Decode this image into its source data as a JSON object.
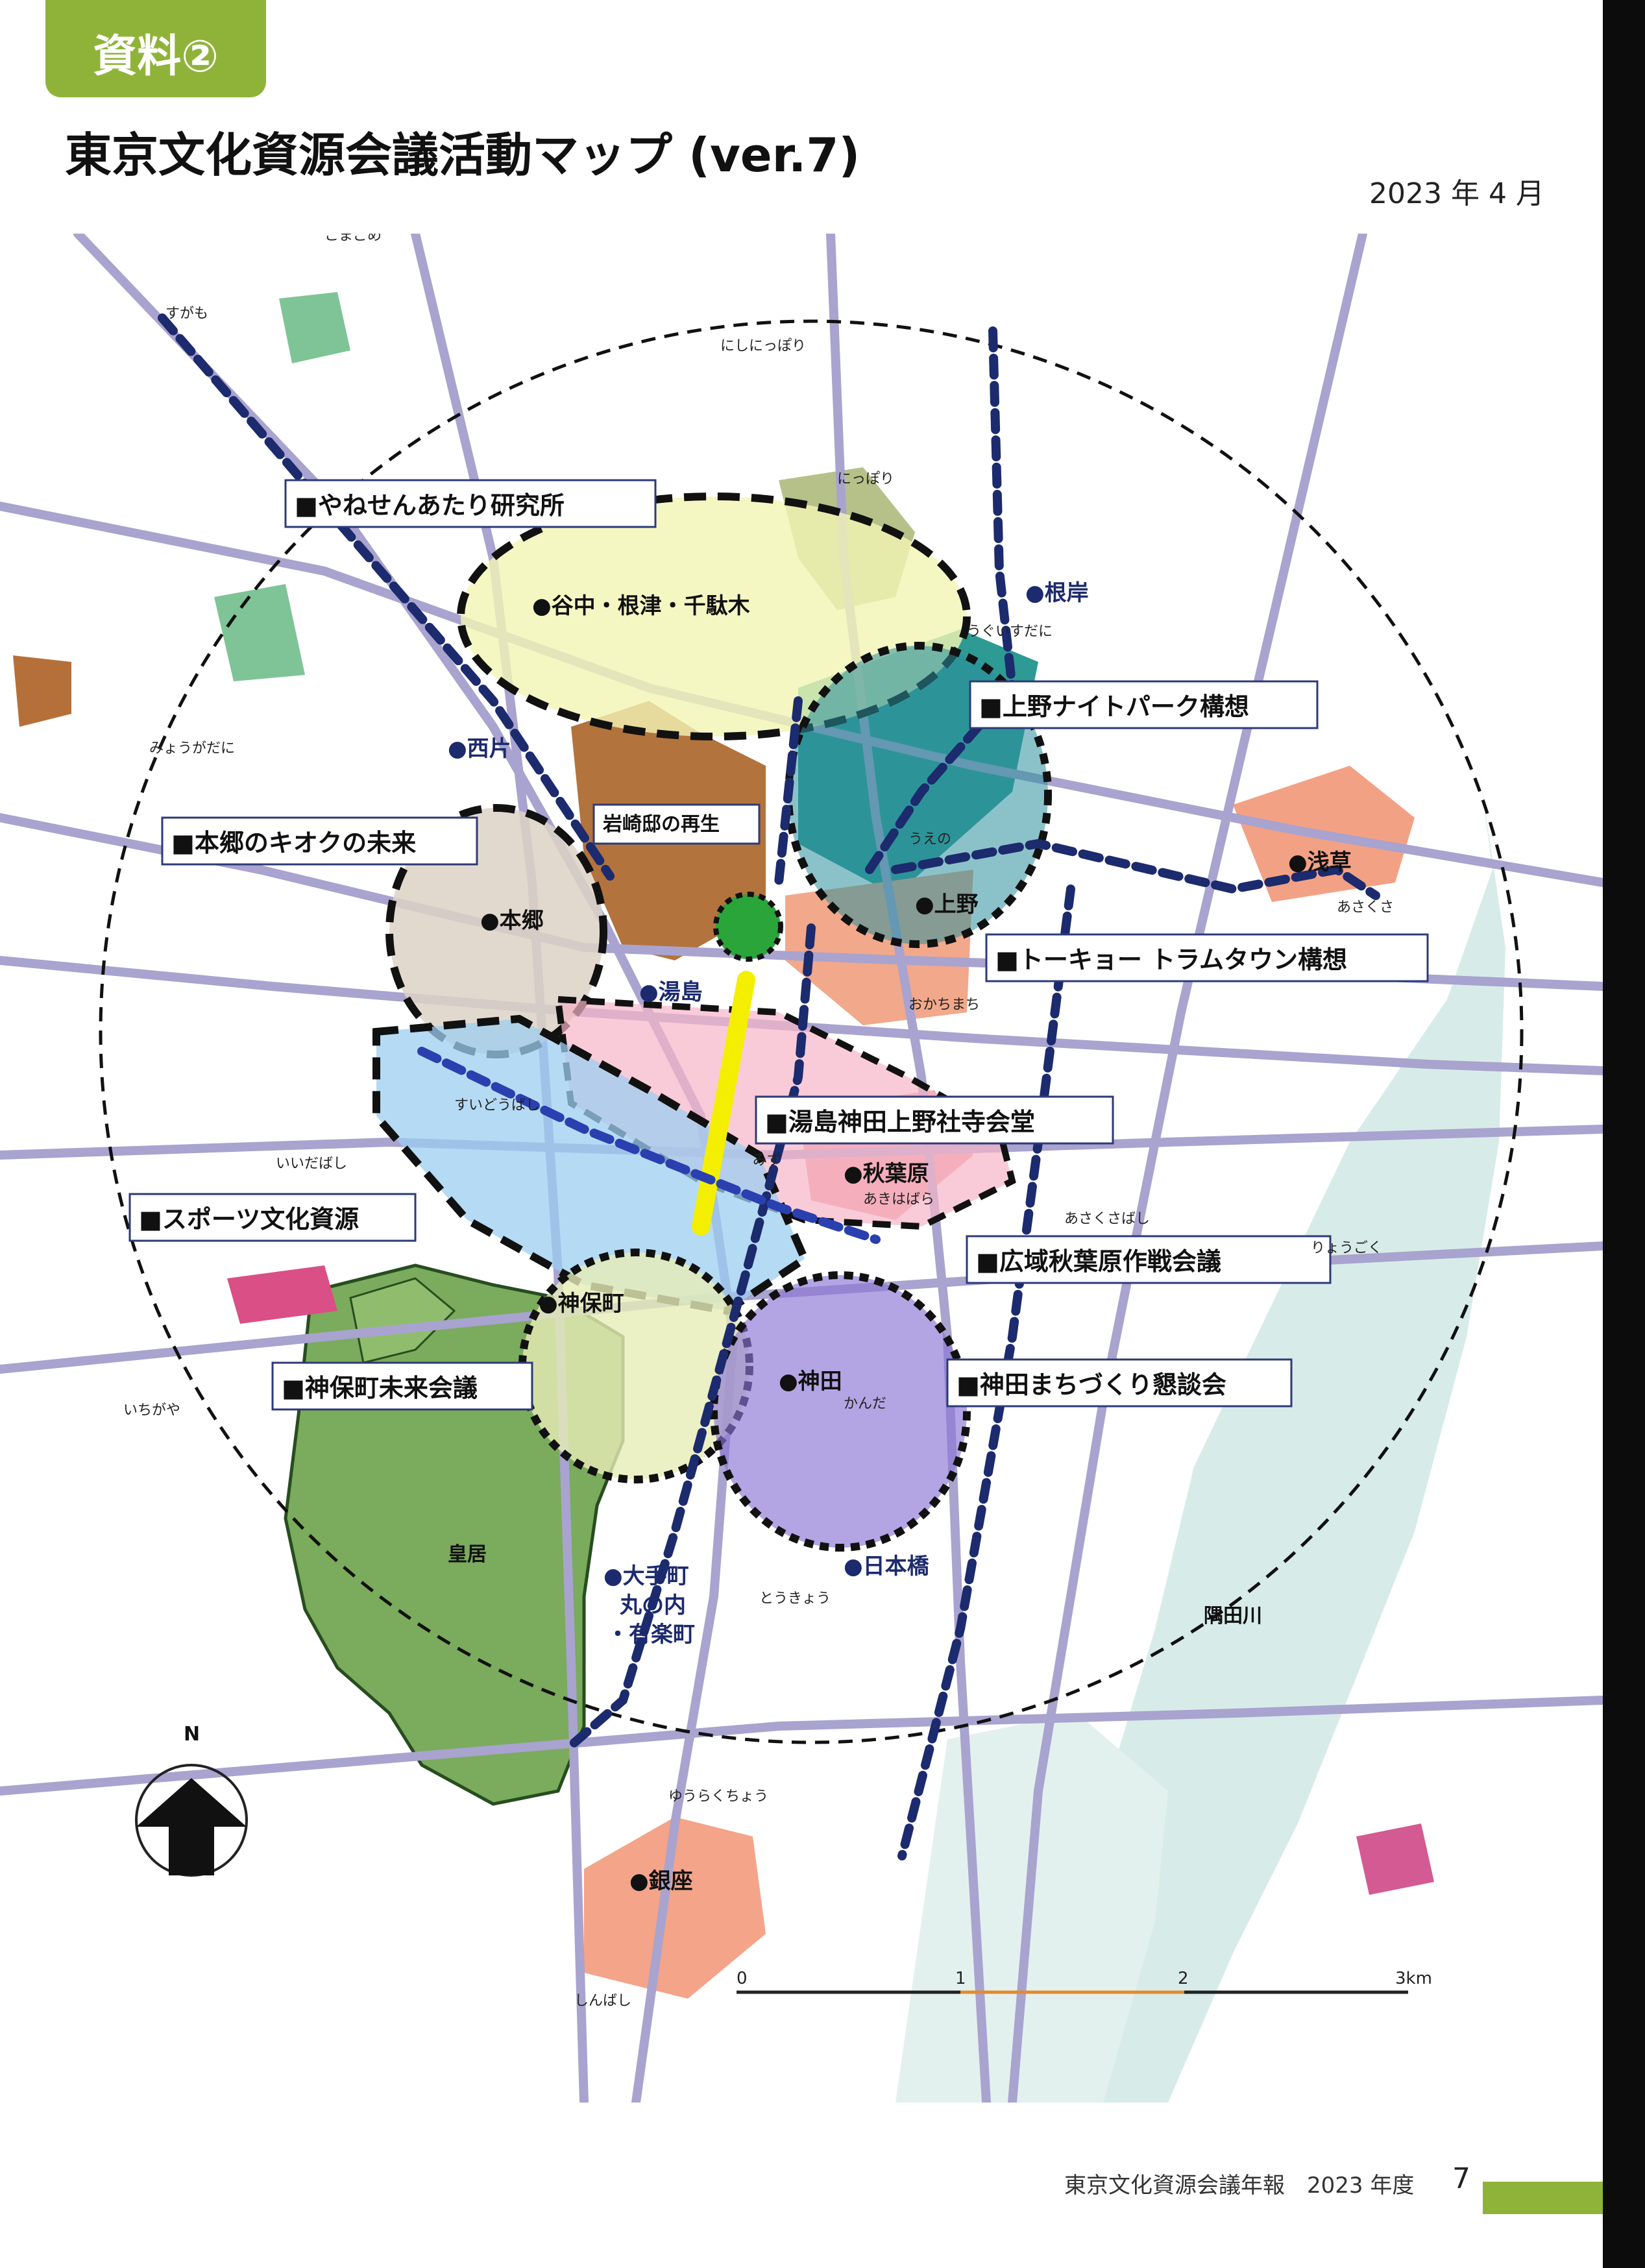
{
  "header": {
    "tab_label": "資料②",
    "title": "東京文化資源会議活動マップ (ver.7)",
    "date": "2023 年 4 月"
  },
  "map": {
    "projects": [
      "■やねせんあたり研究所",
      "■上野ナイトパーク構想",
      "■本郷のキオクの未来",
      "岩崎邸の再生",
      "■トーキョー トラムタウン構想",
      "■湯島神田上野社寺会堂",
      "■スポーツ文化資源",
      "■広域秋葉原作戦会議",
      "■神田まちづくり懇談会",
      "■神保町未来会議"
    ],
    "areas": [
      "●谷中・根津・千駄木",
      "●根岸",
      "●西片",
      "●本郷",
      "●湯島",
      "●上野",
      "●浅草",
      "●秋葉原",
      "●神保町",
      "●神田",
      "●日本橋",
      "●大手町",
      "丸の内",
      "・有楽町",
      "●銀座",
      "皇居",
      "隅田川"
    ],
    "stations": [
      "すがも",
      "にしにっぽり",
      "にっぽり",
      "うぐいすだに",
      "みょうがだに",
      "うえの",
      "おかちまち",
      "あさくさ",
      "すいどうばし",
      "いいだばし",
      "あきはばら",
      "あさくさばし",
      "りょうごく",
      "いちがや",
      "かんだ",
      "とうきょう",
      "ゆうらくちょう",
      "しんばし",
      "こまごめ",
      "みず"
    ],
    "north_label": "N",
    "scale": {
      "ticks": [
        "0",
        "1",
        "2",
        "3km"
      ]
    }
  },
  "colors": {
    "accent": "#8fb339",
    "dashed_circle": "#111111",
    "tram_route": "#1c2a6e"
  },
  "footer": {
    "publication": "東京文化資源会議年報　2023 年度",
    "page_number": "7"
  }
}
